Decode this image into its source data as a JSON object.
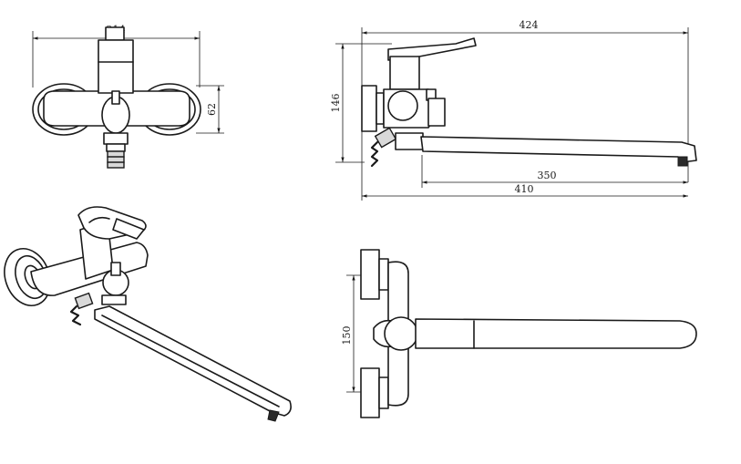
{
  "dimensions": {
    "front_width": "214",
    "front_height": "62",
    "side_total_length": "424",
    "side_height": "146",
    "spout_length": "350",
    "spout_reach": "410",
    "top_spacing": "150"
  },
  "colors": {
    "line": "#1a1a1a",
    "background": "#ffffff"
  }
}
